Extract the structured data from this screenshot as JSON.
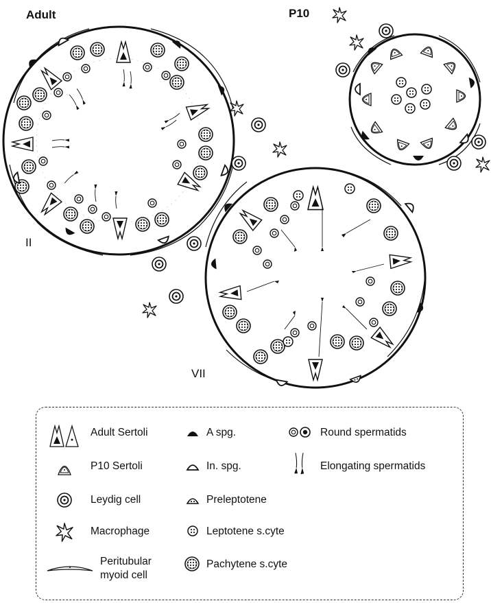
{
  "labels": {
    "adult": "Adult",
    "p10": "P10",
    "stage_ii": "II",
    "stage_vii": "VII"
  },
  "legend": {
    "adult_sertoli": "Adult Sertoli",
    "p10_sertoli": "P10 Sertoli",
    "leydig": "Leydig cell",
    "macrophage": "Macrophage",
    "peritubular_line1": "Peritubular",
    "peritubular_line2": "myoid cell",
    "a_spg": "A spg.",
    "in_spg": "In. spg.",
    "preleptotene": "Preleptotene",
    "leptotene": "Leptotene s.cyte",
    "pachytene": "Pachytene s.cyte",
    "round_spermatids": "Round spermatids",
    "elongating_spermatids": "Elongating spermatids"
  }
}
